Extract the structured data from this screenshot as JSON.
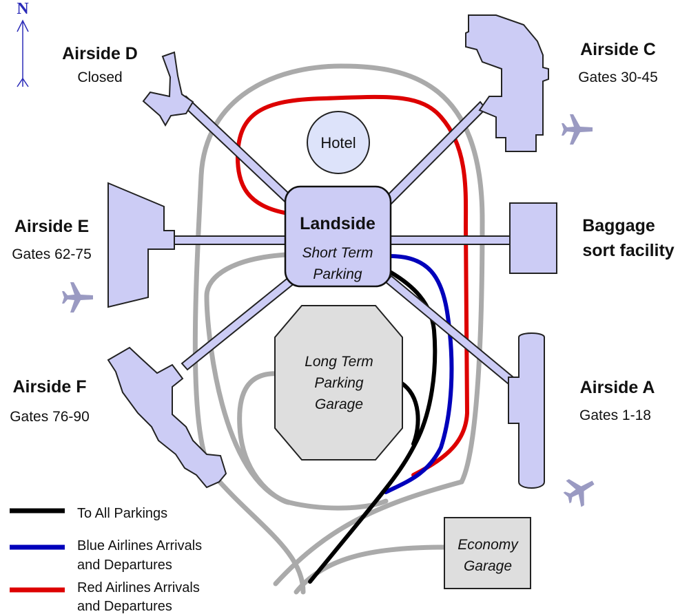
{
  "compass": {
    "letter": "N"
  },
  "airsides": {
    "d": {
      "name": "Airside D",
      "sub": "Closed"
    },
    "c": {
      "name": "Airside C",
      "sub": "Gates 30-45"
    },
    "e": {
      "name": "Airside E",
      "sub": "Gates 62-75"
    },
    "f": {
      "name": "Airside F",
      "sub": "Gates 76-90"
    },
    "a": {
      "name": "Airside A",
      "sub": "Gates 1-18"
    }
  },
  "baggage": {
    "line1": "Baggage",
    "line2": "sort facility"
  },
  "hotel": "Hotel",
  "landside": {
    "title": "Landside",
    "line1": "Short Term",
    "line2": "Parking"
  },
  "long_term": {
    "line1": "Long Term",
    "line2": "Parking",
    "line3": "Garage"
  },
  "economy": {
    "line1": "Economy",
    "line2": "Garage"
  },
  "legend": {
    "black": {
      "line1": "To All Parkings"
    },
    "blue": {
      "line1": "Blue Airlines Arrivals",
      "line2": "and Departures"
    },
    "red": {
      "line1": "Red Airlines Arrivals",
      "line2": "and Departures"
    }
  },
  "colors": {
    "building": "#ccccf5",
    "road": "#aaaaaa",
    "red_route": "#dd0000",
    "blue_route": "#0000bb",
    "black_route": "#000000",
    "garage": "#dedede",
    "compass": "#2a2ab8",
    "plane": "#9a9ac2"
  }
}
